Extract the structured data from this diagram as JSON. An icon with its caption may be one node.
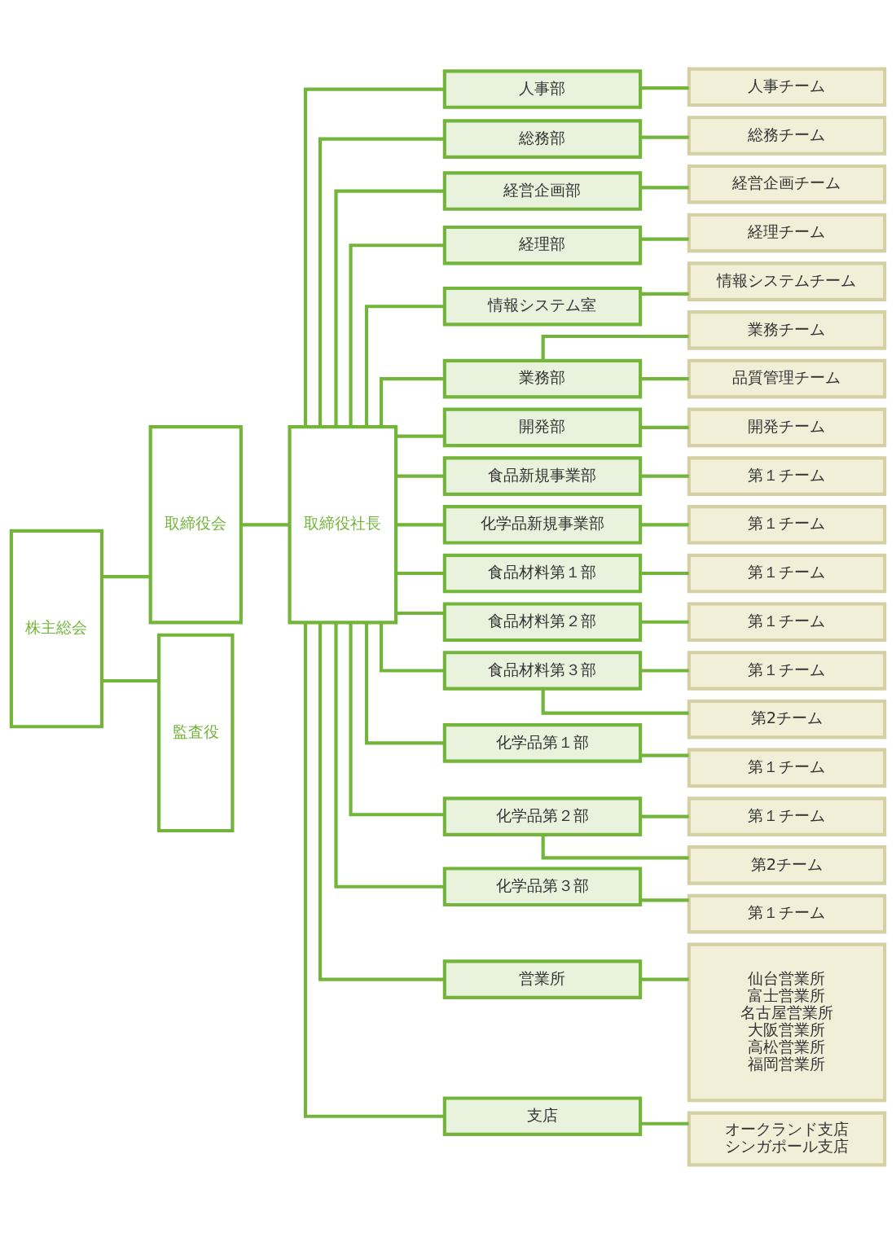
{
  "diagram": {
    "nodes": [
      {
        "text": [
          "株主総会"
        ]
      },
      {
        "text": [
          "取締役会"
        ]
      },
      {
        "text": [
          "取締役社長"
        ]
      },
      {
        "text": [
          "監査役"
        ]
      },
      {
        "text": [
          "人事部"
        ]
      },
      {
        "text": [
          "人事チーム"
        ]
      },
      {
        "text": [
          "総務部"
        ]
      },
      {
        "text": [
          "総務チーム"
        ]
      },
      {
        "text": [
          "経営企画部"
        ]
      },
      {
        "text": [
          "経営企画チーム"
        ]
      },
      {
        "text": [
          "経理部"
        ]
      },
      {
        "text": [
          "経理チーム"
        ]
      },
      {
        "text": [
          "情報システム室"
        ]
      },
      {
        "text": [
          "情報システムチーム"
        ]
      },
      {
        "text": [
          "業務部"
        ]
      },
      {
        "text": [
          "業務チーム"
        ]
      },
      {
        "text": [
          "品質管理チーム"
        ]
      },
      {
        "text": [
          "開発部"
        ]
      },
      {
        "text": [
          "開発チーム"
        ]
      },
      {
        "text": [
          "食品新規事業部"
        ]
      },
      {
        "text": [
          "第１チーム"
        ]
      },
      {
        "text": [
          "化学品新規事業部"
        ]
      },
      {
        "text": [
          "第１チーム"
        ]
      },
      {
        "text": [
          "食品材料第１部"
        ]
      },
      {
        "text": [
          "第１チーム"
        ]
      },
      {
        "text": [
          "食品材料第２部"
        ]
      },
      {
        "text": [
          "第１チーム"
        ]
      },
      {
        "text": [
          "食品材料第３部"
        ]
      },
      {
        "text": [
          "第１チーム"
        ]
      },
      {
        "text": [
          "第2チーム"
        ]
      },
      {
        "text": [
          "化学品第１部"
        ]
      },
      {
        "text": [
          "第１チーム"
        ]
      },
      {
        "text": [
          "化学品第２部"
        ]
      },
      {
        "text": [
          "第１チーム"
        ]
      },
      {
        "text": [
          "第2チーム"
        ]
      },
      {
        "text": [
          "化学品第３部"
        ]
      },
      {
        "text": [
          "第１チーム"
        ]
      },
      {
        "text": [
          "営業所"
        ]
      },
      {
        "text": [
          "仙台営業所",
          "富士営業所",
          "名古屋営業所",
          "大阪営業所",
          "高松営業所",
          "福岡営業所"
        ]
      },
      {
        "text": [
          "支店"
        ]
      },
      {
        "text": [
          "オークランド支店",
          "シンガポール支店"
        ]
      }
    ],
    "edges": [
      {
        "from": 0,
        "to": 1,
        "arrow": "none"
      },
      {
        "from": 0,
        "to": 3,
        "arrow": "none"
      },
      {
        "from": 1,
        "to": 2,
        "arrow": "none"
      },
      {
        "from": 2,
        "to": 4,
        "arrow": "none"
      },
      {
        "from": 4,
        "to": 5,
        "arrow": "none"
      },
      {
        "from": 2,
        "to": 6,
        "arrow": "none"
      },
      {
        "from": 6,
        "to": 7,
        "arrow": "none"
      },
      {
        "from": 2,
        "to": 8,
        "arrow": "none"
      },
      {
        "from": 8,
        "to": 9,
        "arrow": "none"
      },
      {
        "from": 2,
        "to": 10,
        "arrow": "none"
      },
      {
        "from": 10,
        "to": 11,
        "arrow": "none"
      },
      {
        "from": 2,
        "to": 12,
        "arrow": "none"
      },
      {
        "from": 12,
        "to": 13,
        "arrow": "none"
      },
      {
        "from": 2,
        "to": 14,
        "arrow": "none"
      },
      {
        "from": 14,
        "to": 15,
        "arrow": "none"
      },
      {
        "from": 14,
        "to": 16,
        "arrow": "none"
      },
      {
        "from": 2,
        "to": 17,
        "arrow": "none"
      },
      {
        "from": 17,
        "to": 18,
        "arrow": "none"
      },
      {
        "from": 2,
        "to": 19,
        "arrow": "none"
      },
      {
        "from": 19,
        "to": 20,
        "arrow": "none"
      },
      {
        "from": 2,
        "to": 21,
        "arrow": "none"
      },
      {
        "from": 21,
        "to": 22,
        "arrow": "none"
      },
      {
        "from": 2,
        "to": 23,
        "arrow": "none"
      },
      {
        "from": 23,
        "to": 24,
        "arrow": "none"
      },
      {
        "from": 2,
        "to": 25,
        "arrow": "none"
      },
      {
        "from": 25,
        "to": 26,
        "arrow": "none"
      },
      {
        "from": 2,
        "to": 27,
        "arrow": "none"
      },
      {
        "from": 27,
        "to": 28,
        "arrow": "none"
      },
      {
        "from": 27,
        "to": 29,
        "arrow": "none"
      },
      {
        "from": 2,
        "to": 30,
        "arrow": "none"
      },
      {
        "from": 30,
        "to": 31,
        "arrow": "none"
      },
      {
        "from": 2,
        "to": 32,
        "arrow": "none"
      },
      {
        "from": 32,
        "to": 33,
        "arrow": "none"
      },
      {
        "from": 32,
        "to": 34,
        "arrow": "none"
      },
      {
        "from": 2,
        "to": 35,
        "arrow": "none"
      },
      {
        "from": 35,
        "to": 36,
        "arrow": "none"
      },
      {
        "from": 2,
        "to": 37,
        "arrow": "none"
      },
      {
        "from": 37,
        "to": 38,
        "arrow": "none"
      },
      {
        "from": 2,
        "to": 39,
        "arrow": "none"
      },
      {
        "from": 39,
        "to": 40,
        "arrow": "none"
      }
    ]
  }
}
